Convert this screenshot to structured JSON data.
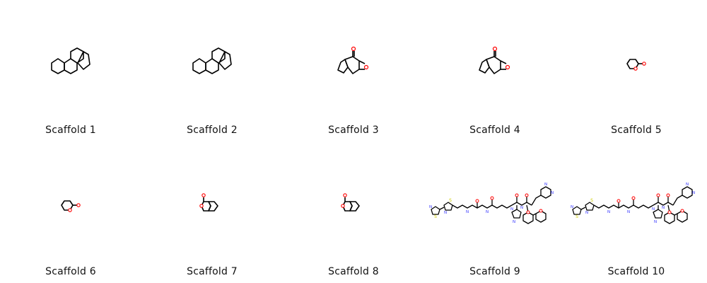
{
  "grid": {
    "items": [
      {
        "label": "Scaffold 1"
      },
      {
        "label": "Scaffold 2"
      },
      {
        "label": "Scaffold 3"
      },
      {
        "label": "Scaffold 4"
      },
      {
        "label": "Scaffold 5"
      },
      {
        "label": "Scaffold 6"
      },
      {
        "label": "Scaffold 7"
      },
      {
        "label": "Scaffold 8"
      },
      {
        "label": "Scaffold 9"
      },
      {
        "label": "Scaffold 10"
      }
    ]
  },
  "atoms": {
    "oxygen": "O",
    "nitrogen": "N",
    "sulfur": "S",
    "nh": "H"
  },
  "colors": {
    "bond": "#000000",
    "oxygen": "#ff0000",
    "nitrogen": "#3333ff",
    "sulfur": "#cccc00"
  }
}
